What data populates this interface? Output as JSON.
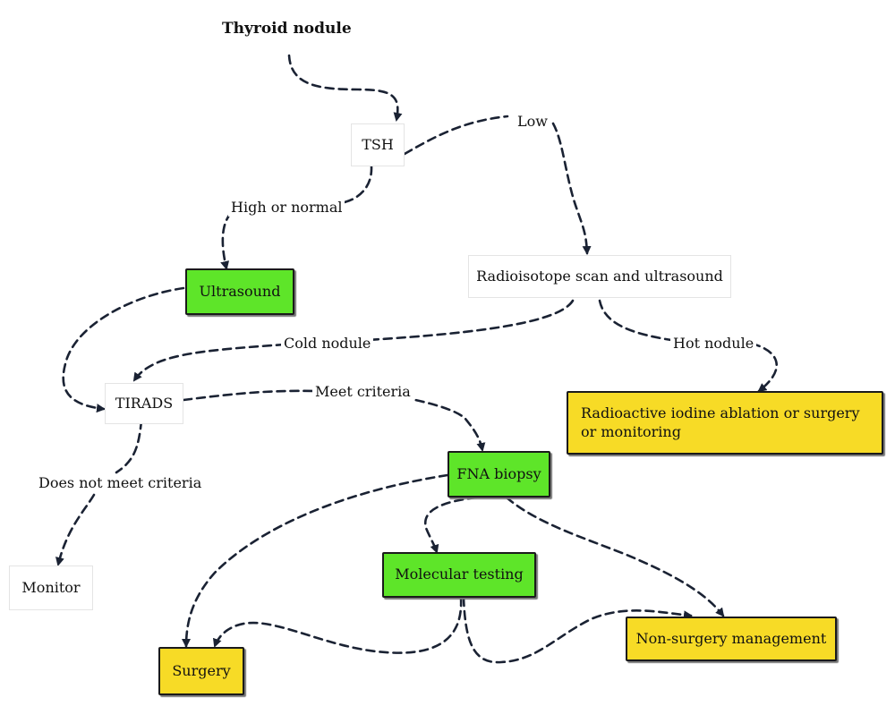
{
  "title": "Thyroid nodule",
  "colors": {
    "decision_box": "#5ee529",
    "outcome_box": "#f7db26",
    "plain_box": "#ffffff",
    "arrow": "#1a2233"
  },
  "nodes": {
    "tsh": "TSH",
    "ultrasound": "Ultrasound",
    "radioisotope": "Radioisotope scan and ultrasound",
    "tirads": "TIRADS",
    "radioactive": "Radioactive iodine ablation or surgery or monitoring",
    "fna": "FNA biopsy",
    "monitor": "Monitor",
    "molecular": "Molecular testing",
    "non_surgery": "Non-surgery management",
    "surgery": "Surgery"
  },
  "edge_labels": {
    "low": "Low",
    "high_normal": "High or normal",
    "cold": "Cold nodule",
    "hot": "Hot nodule",
    "meet": "Meet criteria",
    "not_meet": "Does not meet criteria"
  }
}
